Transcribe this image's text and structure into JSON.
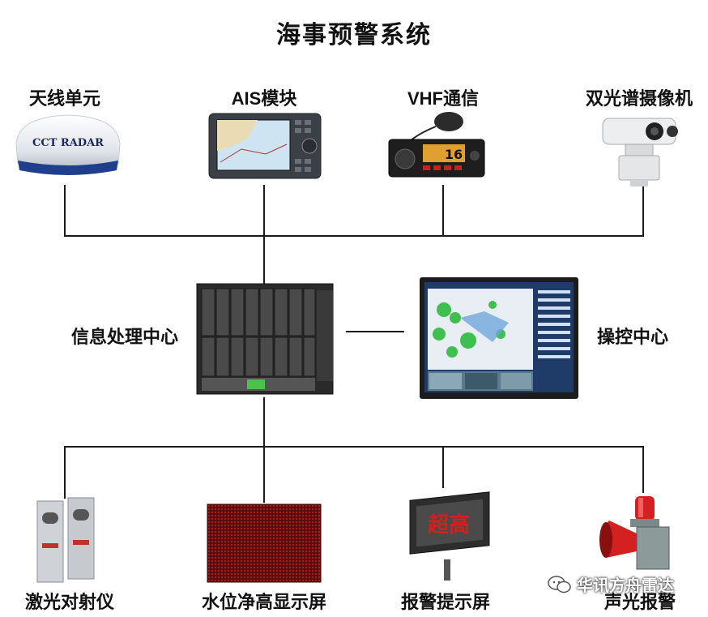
{
  "title": "海事预警系统",
  "nodes": {
    "antenna": "天线单元",
    "ais": "AIS模块",
    "vhf": "VHF通信",
    "camera": "双光谱摄像机",
    "processing": "信息处理中心",
    "control": "操控中心",
    "laser": "激光对射仪",
    "water_display": "水位净高显示屏",
    "alert_display": "报警提示屏",
    "siren": "声光报警"
  },
  "images": {
    "radar_text": "CCT RADAR",
    "vhf_channel": "16",
    "billboard_text": "超高"
  },
  "watermark": {
    "brand": "华讯方舟雷达"
  }
}
